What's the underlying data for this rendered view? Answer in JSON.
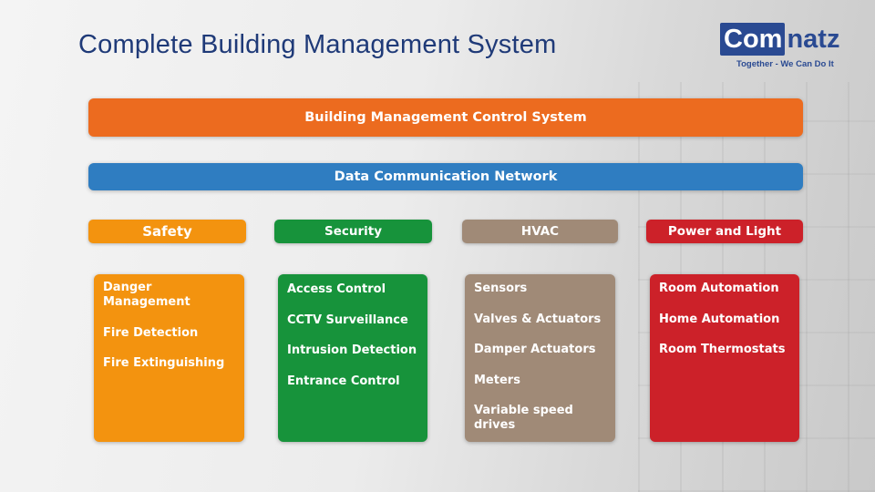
{
  "slide": {
    "title": "Complete Building Management System"
  },
  "logo": {
    "part1": "Com",
    "part2": "natz",
    "tagline": "Together - We Can Do It"
  },
  "layers": {
    "control_system": "Building Management Control System",
    "network": "Data Communication Network"
  },
  "categories": [
    {
      "name": "Safety",
      "color": "#f3930f",
      "items": [
        "Danger Management",
        "Fire Detection",
        "Fire Extinguishing"
      ]
    },
    {
      "name": "Security",
      "color": "#17933b",
      "items": [
        "Access Control",
        "CCTV Surveillance",
        "Intrusion Detection",
        "Entrance Control"
      ]
    },
    {
      "name": "HVAC",
      "color": "#a08a77",
      "items": [
        "Sensors",
        "Valves & Actuators",
        "Damper Actuators",
        "Meters",
        "Variable speed drives"
      ]
    },
    {
      "name": "Power and Light",
      "color": "#cc2129",
      "items": [
        "Room Automation",
        "Home Automation",
        "Room Thermostats"
      ]
    }
  ],
  "colors": {
    "title": "#1f3a78",
    "control_bar": "#ec6b1f",
    "network_bar": "#2f7dc1"
  }
}
